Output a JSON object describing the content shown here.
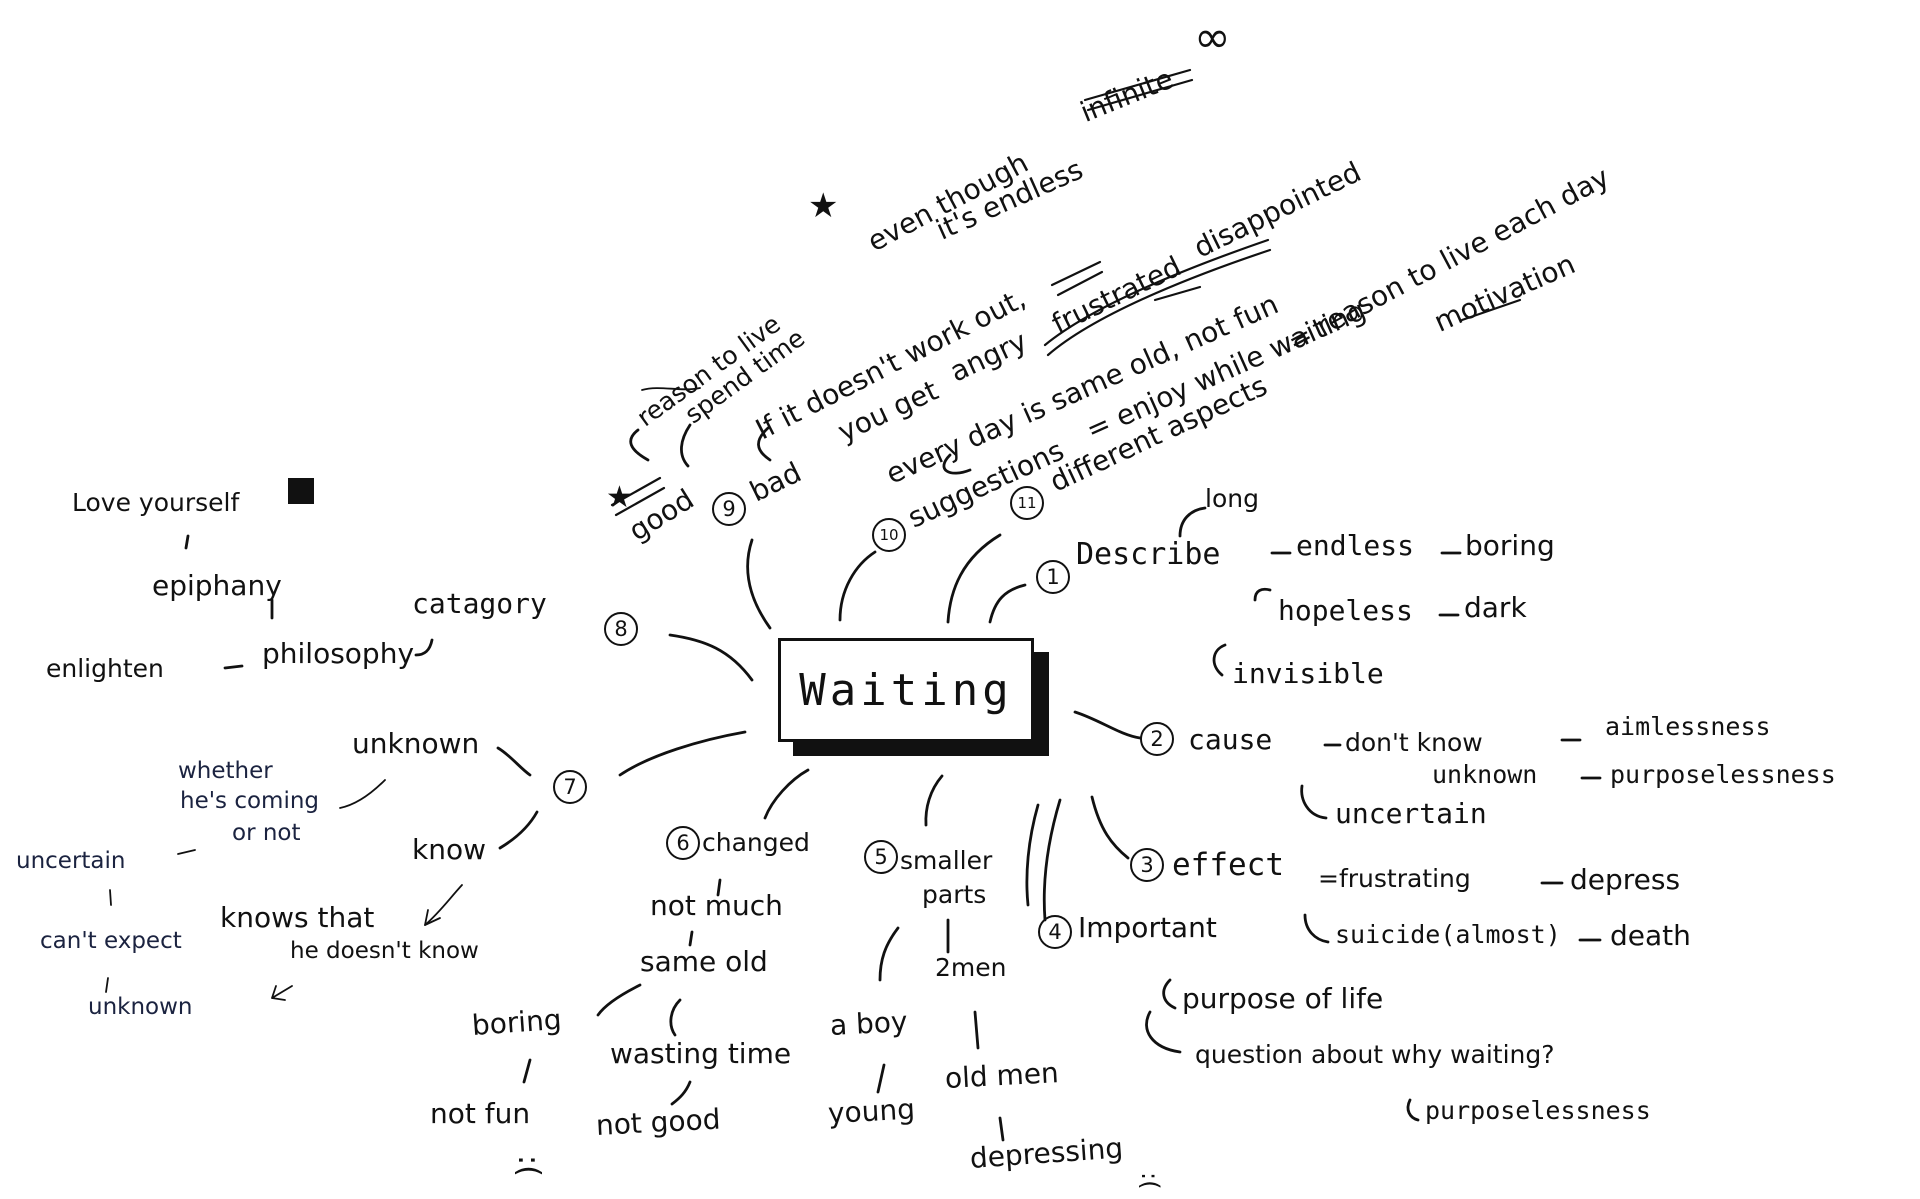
{
  "center": "Waiting",
  "branches": {
    "b1": {
      "num": "1",
      "label": "Describe",
      "long": "long",
      "endless": "endless",
      "boring": "boring",
      "hopeless": "hopeless",
      "dark": "dark",
      "invisible": "invisible"
    },
    "b2": {
      "num": "2",
      "label": "cause",
      "dont_know": "don't know",
      "aimlessness": "aimlessness",
      "unknown": "unknown",
      "purposelessness": "purposelessness",
      "uncertain": "uncertain"
    },
    "b3": {
      "num": "3",
      "label": "effect",
      "frustrating": "=frustrating",
      "depress": "depress",
      "suicide": "suicide(almost)",
      "death": "death"
    },
    "b4": {
      "num": "4",
      "label": "Important",
      "purpose": "purpose of life",
      "question": "question about why waiting?",
      "purposelessness": "purposelessness"
    },
    "b5": {
      "num": "5",
      "label": "smaller",
      "label2": "parts",
      "two_men": "2men",
      "a_boy": "a boy",
      "young": "young",
      "old_men": "old men",
      "depressing": "depressing"
    },
    "b6": {
      "num": "6",
      "label": "changed",
      "not_much": "not much",
      "same_old": "same old",
      "boring": "boring",
      "wasting": "wasting time",
      "not_fun": "not fun",
      "not_good": "not good",
      "sad": ":("
    },
    "b7": {
      "num": "7",
      "unknown": "unknown",
      "whether1": "whether",
      "whether2": "he's coming",
      "whether3": "or not",
      "know": "know",
      "uncertain": "uncertain",
      "cant_expect": "can't expect",
      "knows_that": "knows that",
      "doesnt_know": "he doesn't know",
      "unknown2": "unknown"
    },
    "b8": {
      "num": "8",
      "category": "catagory",
      "philosophy": "philosophy",
      "enlighten": "enlighten",
      "epiphany": "epiphany",
      "love": "Love yourself"
    },
    "b9": {
      "num": "9",
      "good": "good",
      "reason": "reason to live",
      "spend": "spend time",
      "even": "even though",
      "endless": "it's endless",
      "infinite": "infinite",
      "bad": "bad",
      "if_it": "If it doesn't work out,",
      "angry_pre": "you get",
      "angry": "angry",
      "frustrated": "frustrated",
      "disappointed": "disappointed",
      "every_day": "every day is same old, not fun"
    },
    "b10": {
      "num": "10",
      "label": "suggestions",
      "enjoy": "= enjoy while waiting"
    },
    "b11": {
      "num": "11",
      "label": "different aspects",
      "reason": "= reason to live each day",
      "motivation": "motivation"
    }
  }
}
